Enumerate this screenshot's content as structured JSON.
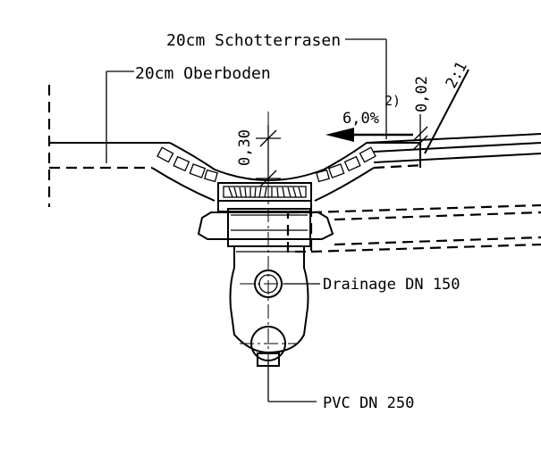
{
  "labels": {
    "schotterrasen": "20cm Schotterrasen",
    "oberboden": "20cm Oberboden",
    "slope_ratio": "2:1",
    "thickness_002": "0,02",
    "cross_slope": "6,0%",
    "note_ref": "2)",
    "depth_030": "0,30",
    "drainage": "Drainage DN 150",
    "pvc": "PVC DN 250"
  },
  "icons": {
    "slope_arrow": "arrow-left-icon"
  },
  "colors": {
    "line": "#000000",
    "background": "#ffffff"
  }
}
